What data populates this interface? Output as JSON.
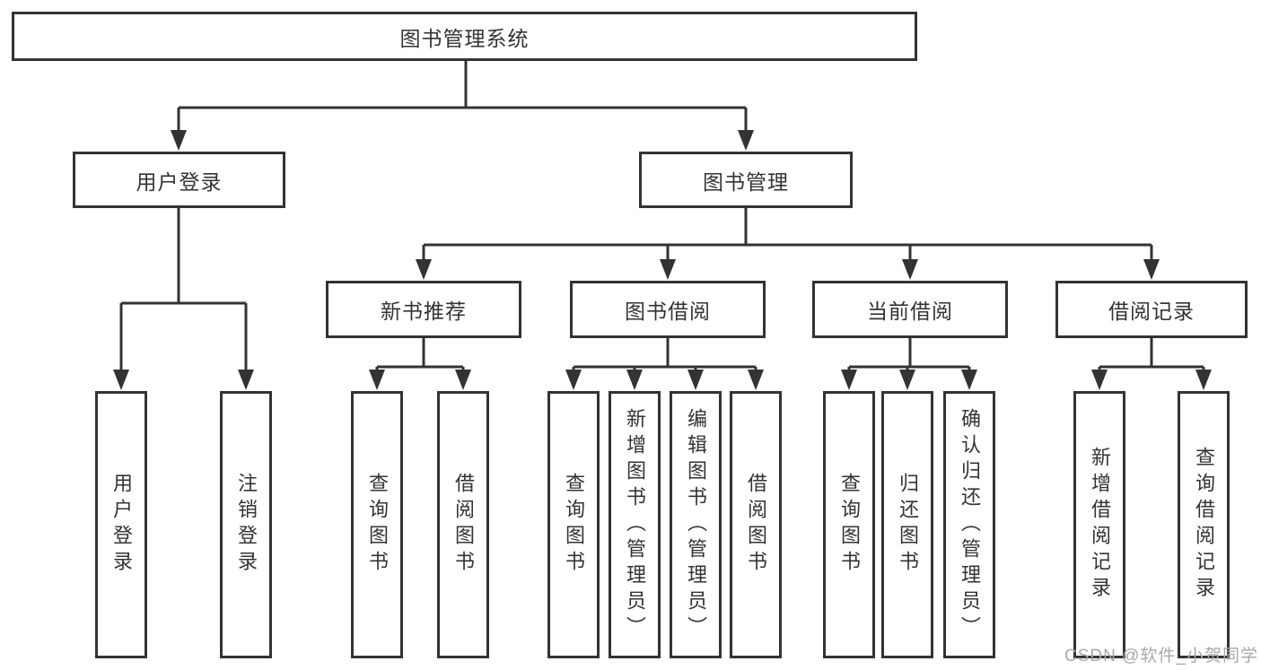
{
  "diagram": {
    "title": "图书管理系统",
    "user_login": {
      "label": "用户登录",
      "children": [
        {
          "label": "用户登录"
        },
        {
          "label": "注销登录"
        }
      ]
    },
    "book_management": {
      "label": "图书管理",
      "modules": {
        "new_book": {
          "label": "新书推荐",
          "children": [
            {
              "label": "查询图书"
            },
            {
              "label": "借阅图书"
            }
          ]
        },
        "borrow": {
          "label": "图书借阅",
          "children": [
            {
              "label": "查询图书"
            },
            {
              "label": "新增图书（管理员）"
            },
            {
              "label": "编辑图书（管理员）"
            },
            {
              "label": "借阅图书"
            }
          ]
        },
        "current": {
          "label": "当前借阅",
          "children": [
            {
              "label": "查询图书"
            },
            {
              "label": "归还图书"
            },
            {
              "label": "确认归还（管理员）"
            }
          ]
        },
        "record": {
          "label": "借阅记录",
          "children": [
            {
              "label": "新增借阅记录"
            },
            {
              "label": "查询借阅记录"
            }
          ]
        }
      }
    }
  },
  "watermark": {
    "text": "CSDN @软件_小贺同学"
  },
  "colors": {
    "line": "#333333",
    "text": "#333333",
    "watermark": "#a8a8a8",
    "background": "#ffffff"
  }
}
